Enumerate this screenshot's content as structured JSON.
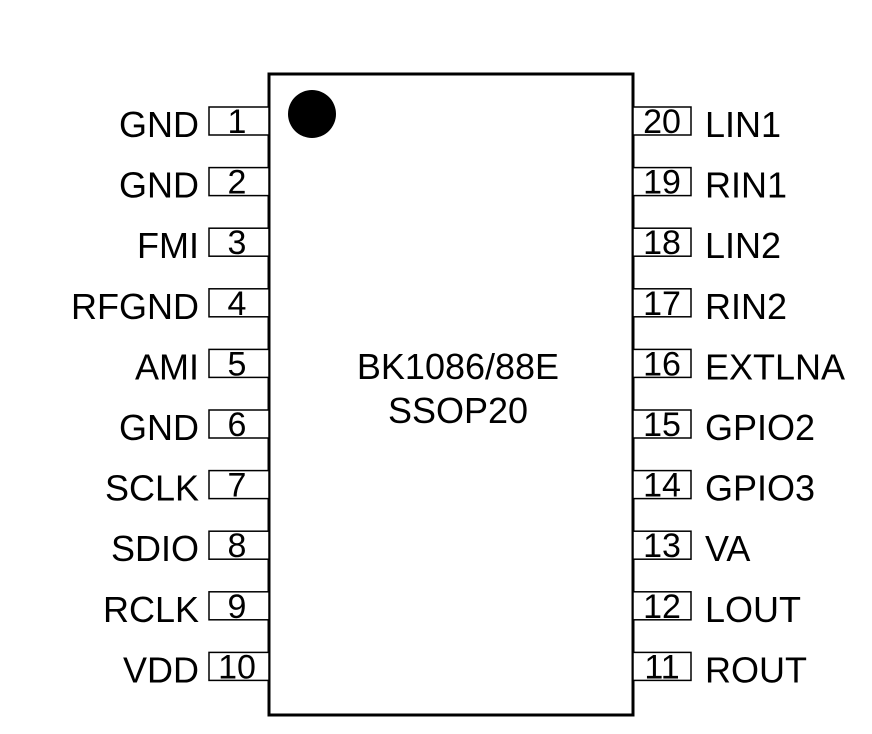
{
  "chip": {
    "part_number": "BK1086/88E",
    "package": "SSOP20",
    "pin1_marker": "pin1-dot"
  },
  "pins_left": [
    {
      "number": "1",
      "name": "GND"
    },
    {
      "number": "2",
      "name": "GND"
    },
    {
      "number": "3",
      "name": "FMI"
    },
    {
      "number": "4",
      "name": "RFGND"
    },
    {
      "number": "5",
      "name": "AMI"
    },
    {
      "number": "6",
      "name": "GND"
    },
    {
      "number": "7",
      "name": "SCLK"
    },
    {
      "number": "8",
      "name": "SDIO"
    },
    {
      "number": "9",
      "name": "RCLK"
    },
    {
      "number": "10",
      "name": "VDD"
    }
  ],
  "pins_right": [
    {
      "number": "20",
      "name": "LIN1"
    },
    {
      "number": "19",
      "name": "RIN1"
    },
    {
      "number": "18",
      "name": "LIN2"
    },
    {
      "number": "17",
      "name": "RIN2"
    },
    {
      "number": "16",
      "name": "EXTLNA"
    },
    {
      "number": "15",
      "name": "GPIO2"
    },
    {
      "number": "14",
      "name": "GPIO3"
    },
    {
      "number": "13",
      "name": "VA"
    },
    {
      "number": "12",
      "name": "LOUT"
    },
    {
      "number": "11",
      "name": "ROUT"
    }
  ],
  "colors": {
    "stroke": "#000000",
    "background": "#ffffff"
  }
}
